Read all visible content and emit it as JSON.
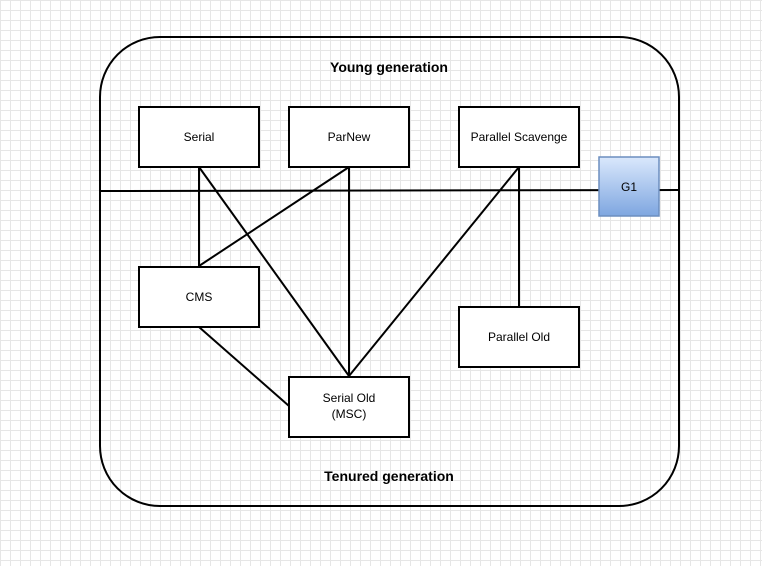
{
  "titles": {
    "young": "Young generation",
    "tenured": "Tenured generation"
  },
  "nodes": {
    "serial": "Serial",
    "parnew": "ParNew",
    "parallel_scavenge": "Parallel Scavenge",
    "g1": "G1",
    "cms": "CMS",
    "parallel_old": "Parallel Old",
    "serial_old_line1": "Serial Old",
    "serial_old_line2": "(MSC)"
  },
  "edges": [
    [
      "serial",
      "cms"
    ],
    [
      "serial",
      "serial_old"
    ],
    [
      "parnew",
      "cms"
    ],
    [
      "parnew",
      "serial_old"
    ],
    [
      "parallel_scavenge",
      "serial_old"
    ],
    [
      "parallel_scavenge",
      "parallel_old"
    ],
    [
      "cms",
      "serial_old"
    ]
  ],
  "colors": {
    "g1_fill_top": "#dae8fc",
    "g1_fill_bottom": "#7ea6e0",
    "g1_stroke": "#6c8ebf"
  }
}
